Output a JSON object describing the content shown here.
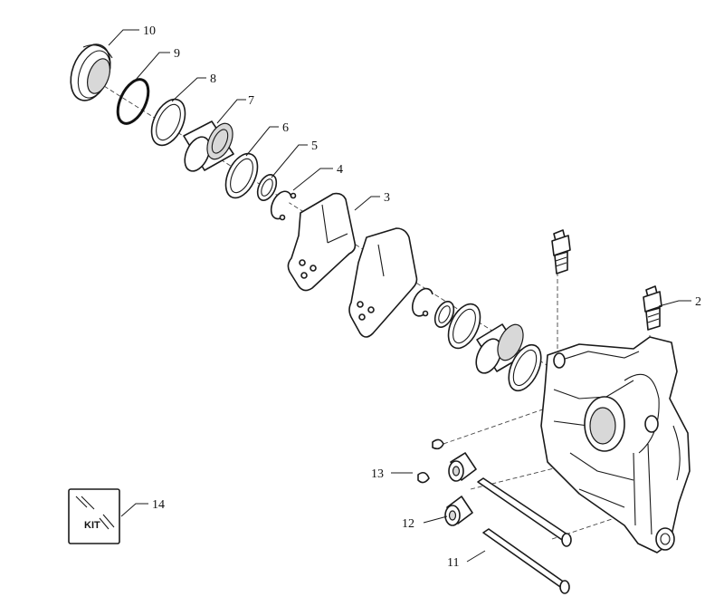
{
  "callouts": {
    "n1": "10",
    "n2": "9",
    "n3": "8",
    "n4": "7",
    "n5": "6",
    "n6": "5",
    "n7": "4",
    "n8": "3",
    "n9": "2",
    "n10": "13",
    "n11": "14",
    "n12": "12",
    "n13": "11"
  },
  "kit_label": "KIT"
}
